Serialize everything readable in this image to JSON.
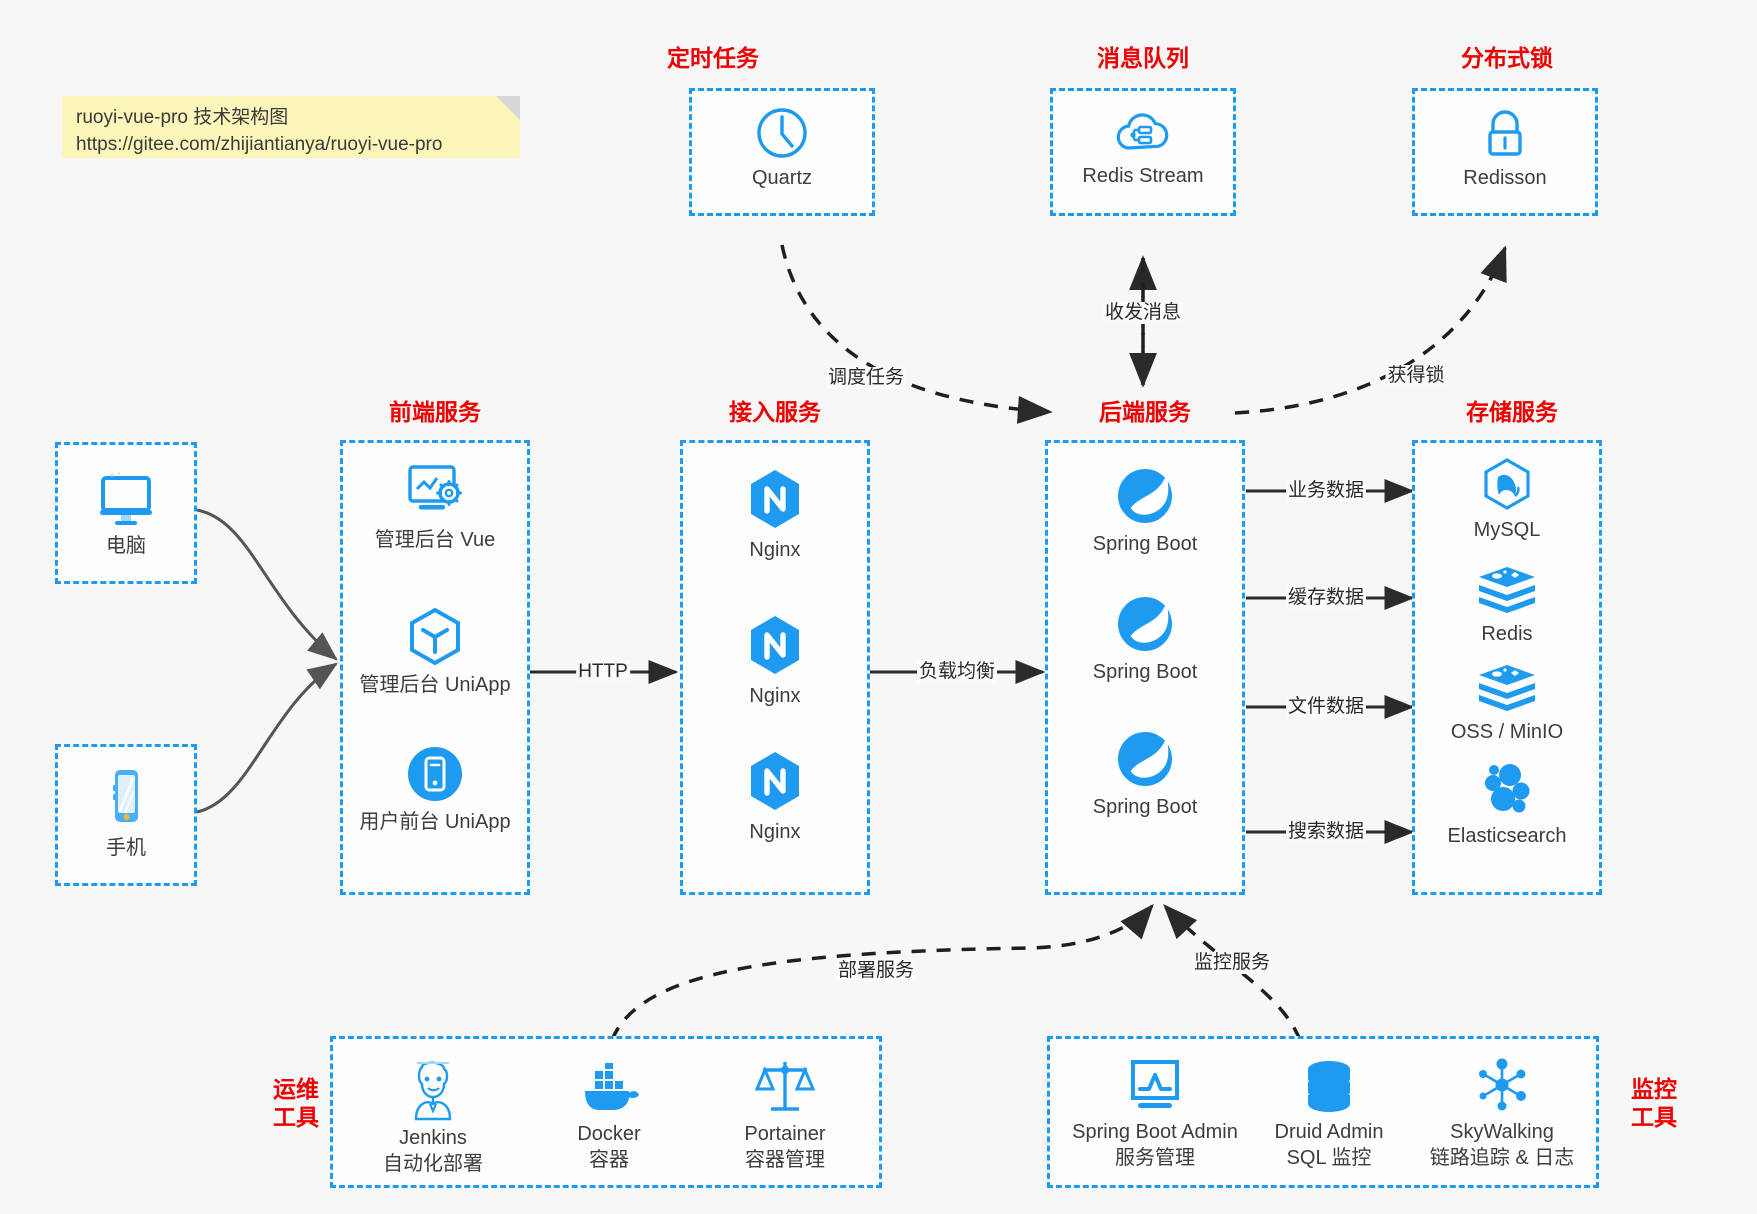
{
  "note": {
    "line1": "ruoyi-vue-pro 技术架构图",
    "line2": "https://gitee.com/zhijiantianya/ruoyi-vue-pro"
  },
  "colors": {
    "accent": "#1e9bf0",
    "group_title": "#ee0000",
    "edge": "#2a2a2a",
    "note_bg": "#fcf6ba",
    "page_bg": "#f7f7f7"
  },
  "groups": {
    "scheduled_task": {
      "title": "定时任务"
    },
    "message_queue": {
      "title": "消息队列"
    },
    "distributed_lock": {
      "title": "分布式锁"
    },
    "frontend": {
      "title": "前端服务"
    },
    "gateway": {
      "title": "接入服务"
    },
    "backend": {
      "title": "后端服务"
    },
    "storage": {
      "title": "存储服务"
    },
    "devops": {
      "title": "运维\n工具",
      "title_l1": "运维",
      "title_l2": "工具"
    },
    "monitor": {
      "title": "监控\n工具",
      "title_l1": "监控",
      "title_l2": "工具"
    }
  },
  "clients": [
    {
      "label": "电脑",
      "icon": "desktop-computer-icon"
    },
    {
      "label": "手机",
      "icon": "mobile-phone-icon"
    }
  ],
  "scheduled_task_nodes": [
    {
      "label": "Quartz",
      "icon": "clock-icon"
    }
  ],
  "message_queue_nodes": [
    {
      "label": "Redis Stream",
      "icon": "cloud-stream-icon"
    }
  ],
  "distributed_lock_nodes": [
    {
      "label": "Redisson",
      "icon": "padlock-icon"
    }
  ],
  "frontend_nodes": [
    {
      "label": "管理后台 Vue",
      "icon": "dashboard-gear-icon"
    },
    {
      "label": "管理后台 UniApp",
      "icon": "hexagon-cube-icon"
    },
    {
      "label": "用户前台 UniApp",
      "icon": "phone-circle-icon"
    }
  ],
  "gateway_nodes": [
    {
      "label": "Nginx",
      "icon": "nginx-icon"
    },
    {
      "label": "Nginx",
      "icon": "nginx-icon"
    },
    {
      "label": "Nginx",
      "icon": "nginx-icon"
    }
  ],
  "backend_nodes": [
    {
      "label": "Spring Boot",
      "icon": "spring-leaf-icon"
    },
    {
      "label": "Spring Boot",
      "icon": "spring-leaf-icon"
    },
    {
      "label": "Spring Boot",
      "icon": "spring-leaf-icon"
    }
  ],
  "storage_nodes": [
    {
      "label": "MySQL",
      "icon": "mysql-dolphin-icon"
    },
    {
      "label": "Redis",
      "icon": "redis-stack-icon"
    },
    {
      "label": "OSS / MinIO",
      "icon": "redis-stack-icon"
    },
    {
      "label": "Elasticsearch",
      "icon": "elasticsearch-cluster-icon"
    }
  ],
  "devops_nodes": [
    {
      "label": "Jenkins",
      "sub": "自动化部署",
      "icon": "jenkins-butler-icon"
    },
    {
      "label": "Docker",
      "sub": "容器",
      "icon": "docker-whale-icon"
    },
    {
      "label": "Portainer",
      "sub": "容器管理",
      "icon": "scales-balance-icon"
    }
  ],
  "monitor_nodes": [
    {
      "label": "Spring Boot Admin",
      "sub": "服务管理",
      "icon": "monitor-chart-icon"
    },
    {
      "label": "Druid Admin",
      "sub": "SQL 监控",
      "icon": "database-cylinder-icon"
    },
    {
      "label": "SkyWalking",
      "sub": "链路追踪 & 日志",
      "icon": "skywalking-node-icon"
    }
  ],
  "edge_labels": {
    "http": "HTTP",
    "load_balance": "负载均衡",
    "schedule_task": "调度任务",
    "send_receive_message": "收发消息",
    "acquire_lock": "获得锁",
    "business_data": "业务数据",
    "cache_data": "缓存数据",
    "file_data": "文件数据",
    "search_data": "搜索数据",
    "deploy_service": "部署服务",
    "monitor_service": "监控服务"
  }
}
